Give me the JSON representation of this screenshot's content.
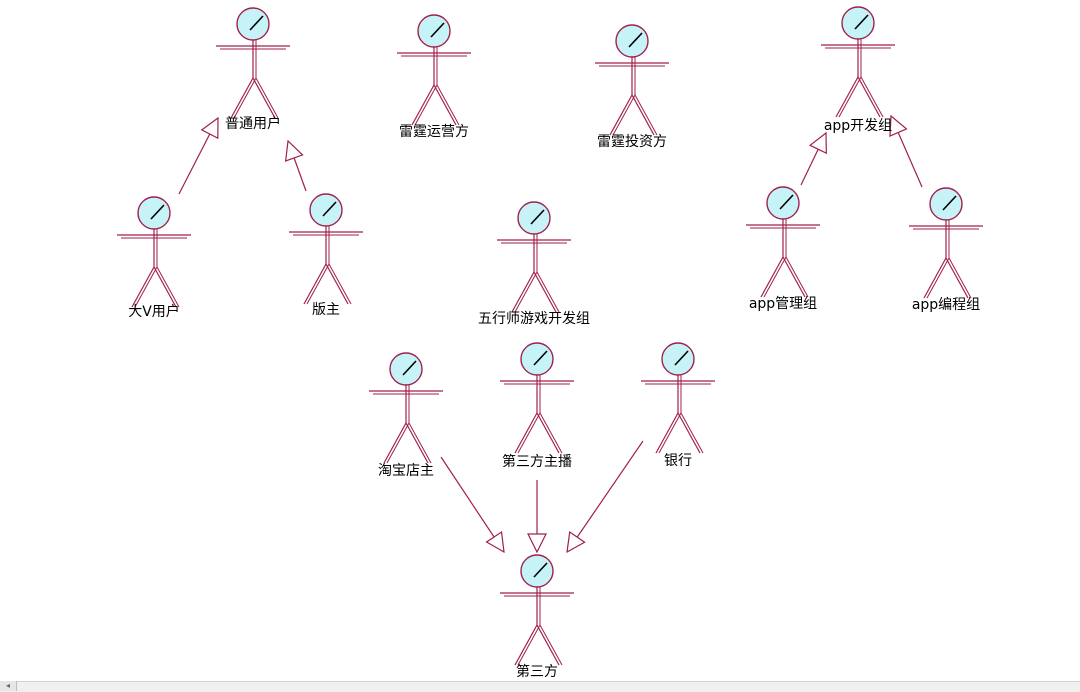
{
  "diagram": {
    "type": "uml-use-case-actors",
    "colors": {
      "actor_stroke": "#a0204a",
      "actor_head_fill": "#c6f3f8",
      "head_slash": "#000000",
      "generalization_stroke": "#a0204a",
      "background": "#ffffff"
    },
    "actors": [
      {
        "id": "ordinary-user",
        "label": "普通用户"
      },
      {
        "id": "big-v-user",
        "label": "大V用户"
      },
      {
        "id": "moderator",
        "label": "版主"
      },
      {
        "id": "leiting-operator",
        "label": "雷霆运营方"
      },
      {
        "id": "leiting-investor",
        "label": "雷霆投资方"
      },
      {
        "id": "wuxingshi-dev-group",
        "label": "五行师游戏开发组"
      },
      {
        "id": "app-dev-group",
        "label": "app开发组"
      },
      {
        "id": "app-admin-group",
        "label": "app管理组"
      },
      {
        "id": "app-programming-group",
        "label": "app编程组"
      },
      {
        "id": "taobao-shop-owner",
        "label": "淘宝店主"
      },
      {
        "id": "third-party-streamer",
        "label": "第三方主播"
      },
      {
        "id": "bank",
        "label": "银行"
      },
      {
        "id": "third-party",
        "label": "第三方"
      }
    ],
    "generalizations": [
      {
        "from": "big-v-user",
        "to": "ordinary-user"
      },
      {
        "from": "moderator",
        "to": "ordinary-user"
      },
      {
        "from": "app-admin-group",
        "to": "app-dev-group"
      },
      {
        "from": "app-programming-group",
        "to": "app-dev-group"
      },
      {
        "from": "taobao-shop-owner",
        "to": "third-party"
      },
      {
        "from": "third-party-streamer",
        "to": "third-party"
      },
      {
        "from": "bank",
        "to": "third-party"
      }
    ]
  }
}
